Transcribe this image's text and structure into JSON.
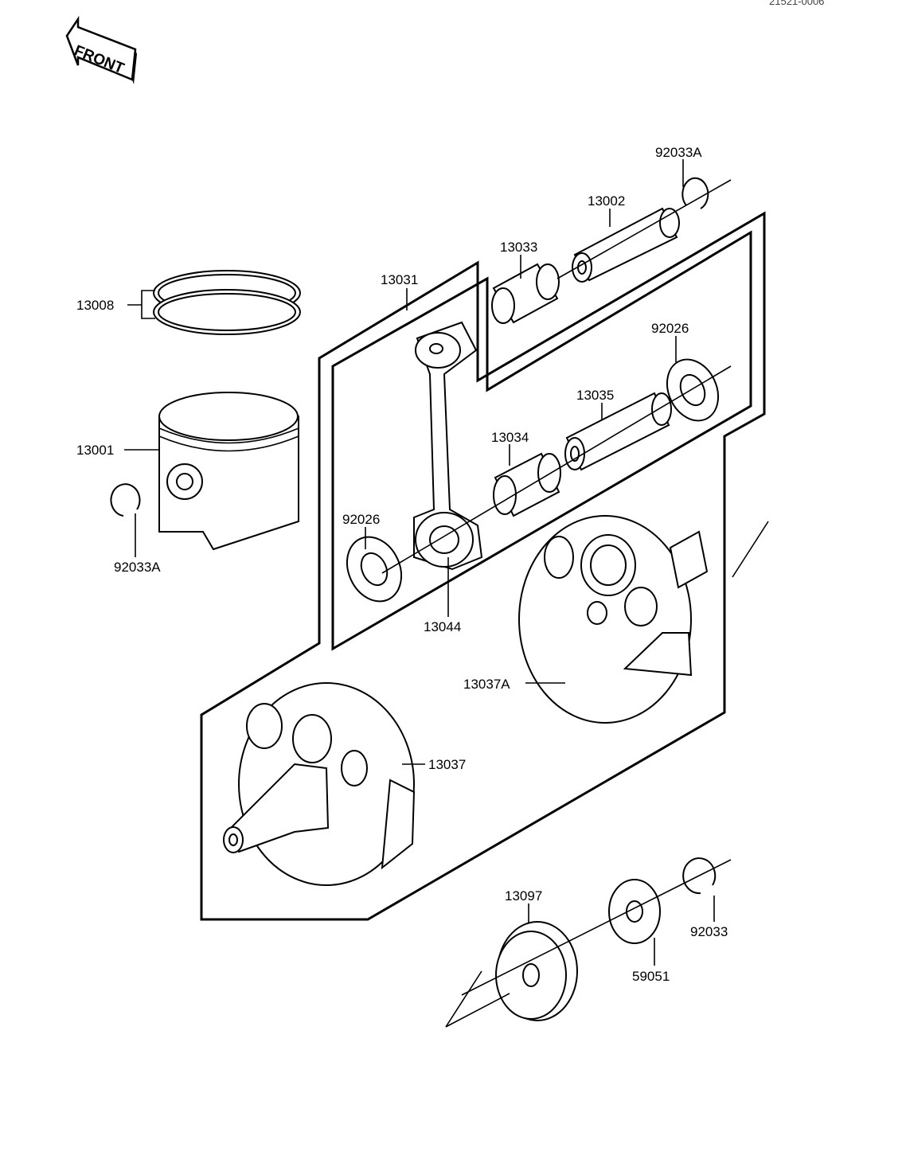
{
  "corner_code": "21521-0006",
  "front_label": "FRONT",
  "parts": [
    {
      "key": "p92033A_top",
      "label": "92033A"
    },
    {
      "key": "p13002",
      "label": "13002"
    },
    {
      "key": "p13033",
      "label": "13033"
    },
    {
      "key": "p13031",
      "label": "13031"
    },
    {
      "key": "p13008",
      "label": "13008"
    },
    {
      "key": "p92026_right",
      "label": "92026"
    },
    {
      "key": "p13035",
      "label": "13035"
    },
    {
      "key": "p13034",
      "label": "13034"
    },
    {
      "key": "p13001",
      "label": "13001"
    },
    {
      "key": "p92026_left",
      "label": "92026"
    },
    {
      "key": "p92033A_left",
      "label": "92033A"
    },
    {
      "key": "p13044",
      "label": "13044"
    },
    {
      "key": "p13037A",
      "label": "13037A"
    },
    {
      "key": "p13037",
      "label": "13037"
    },
    {
      "key": "p13097",
      "label": "13097"
    },
    {
      "key": "p92033",
      "label": "92033"
    },
    {
      "key": "p59051",
      "label": "59051"
    }
  ]
}
